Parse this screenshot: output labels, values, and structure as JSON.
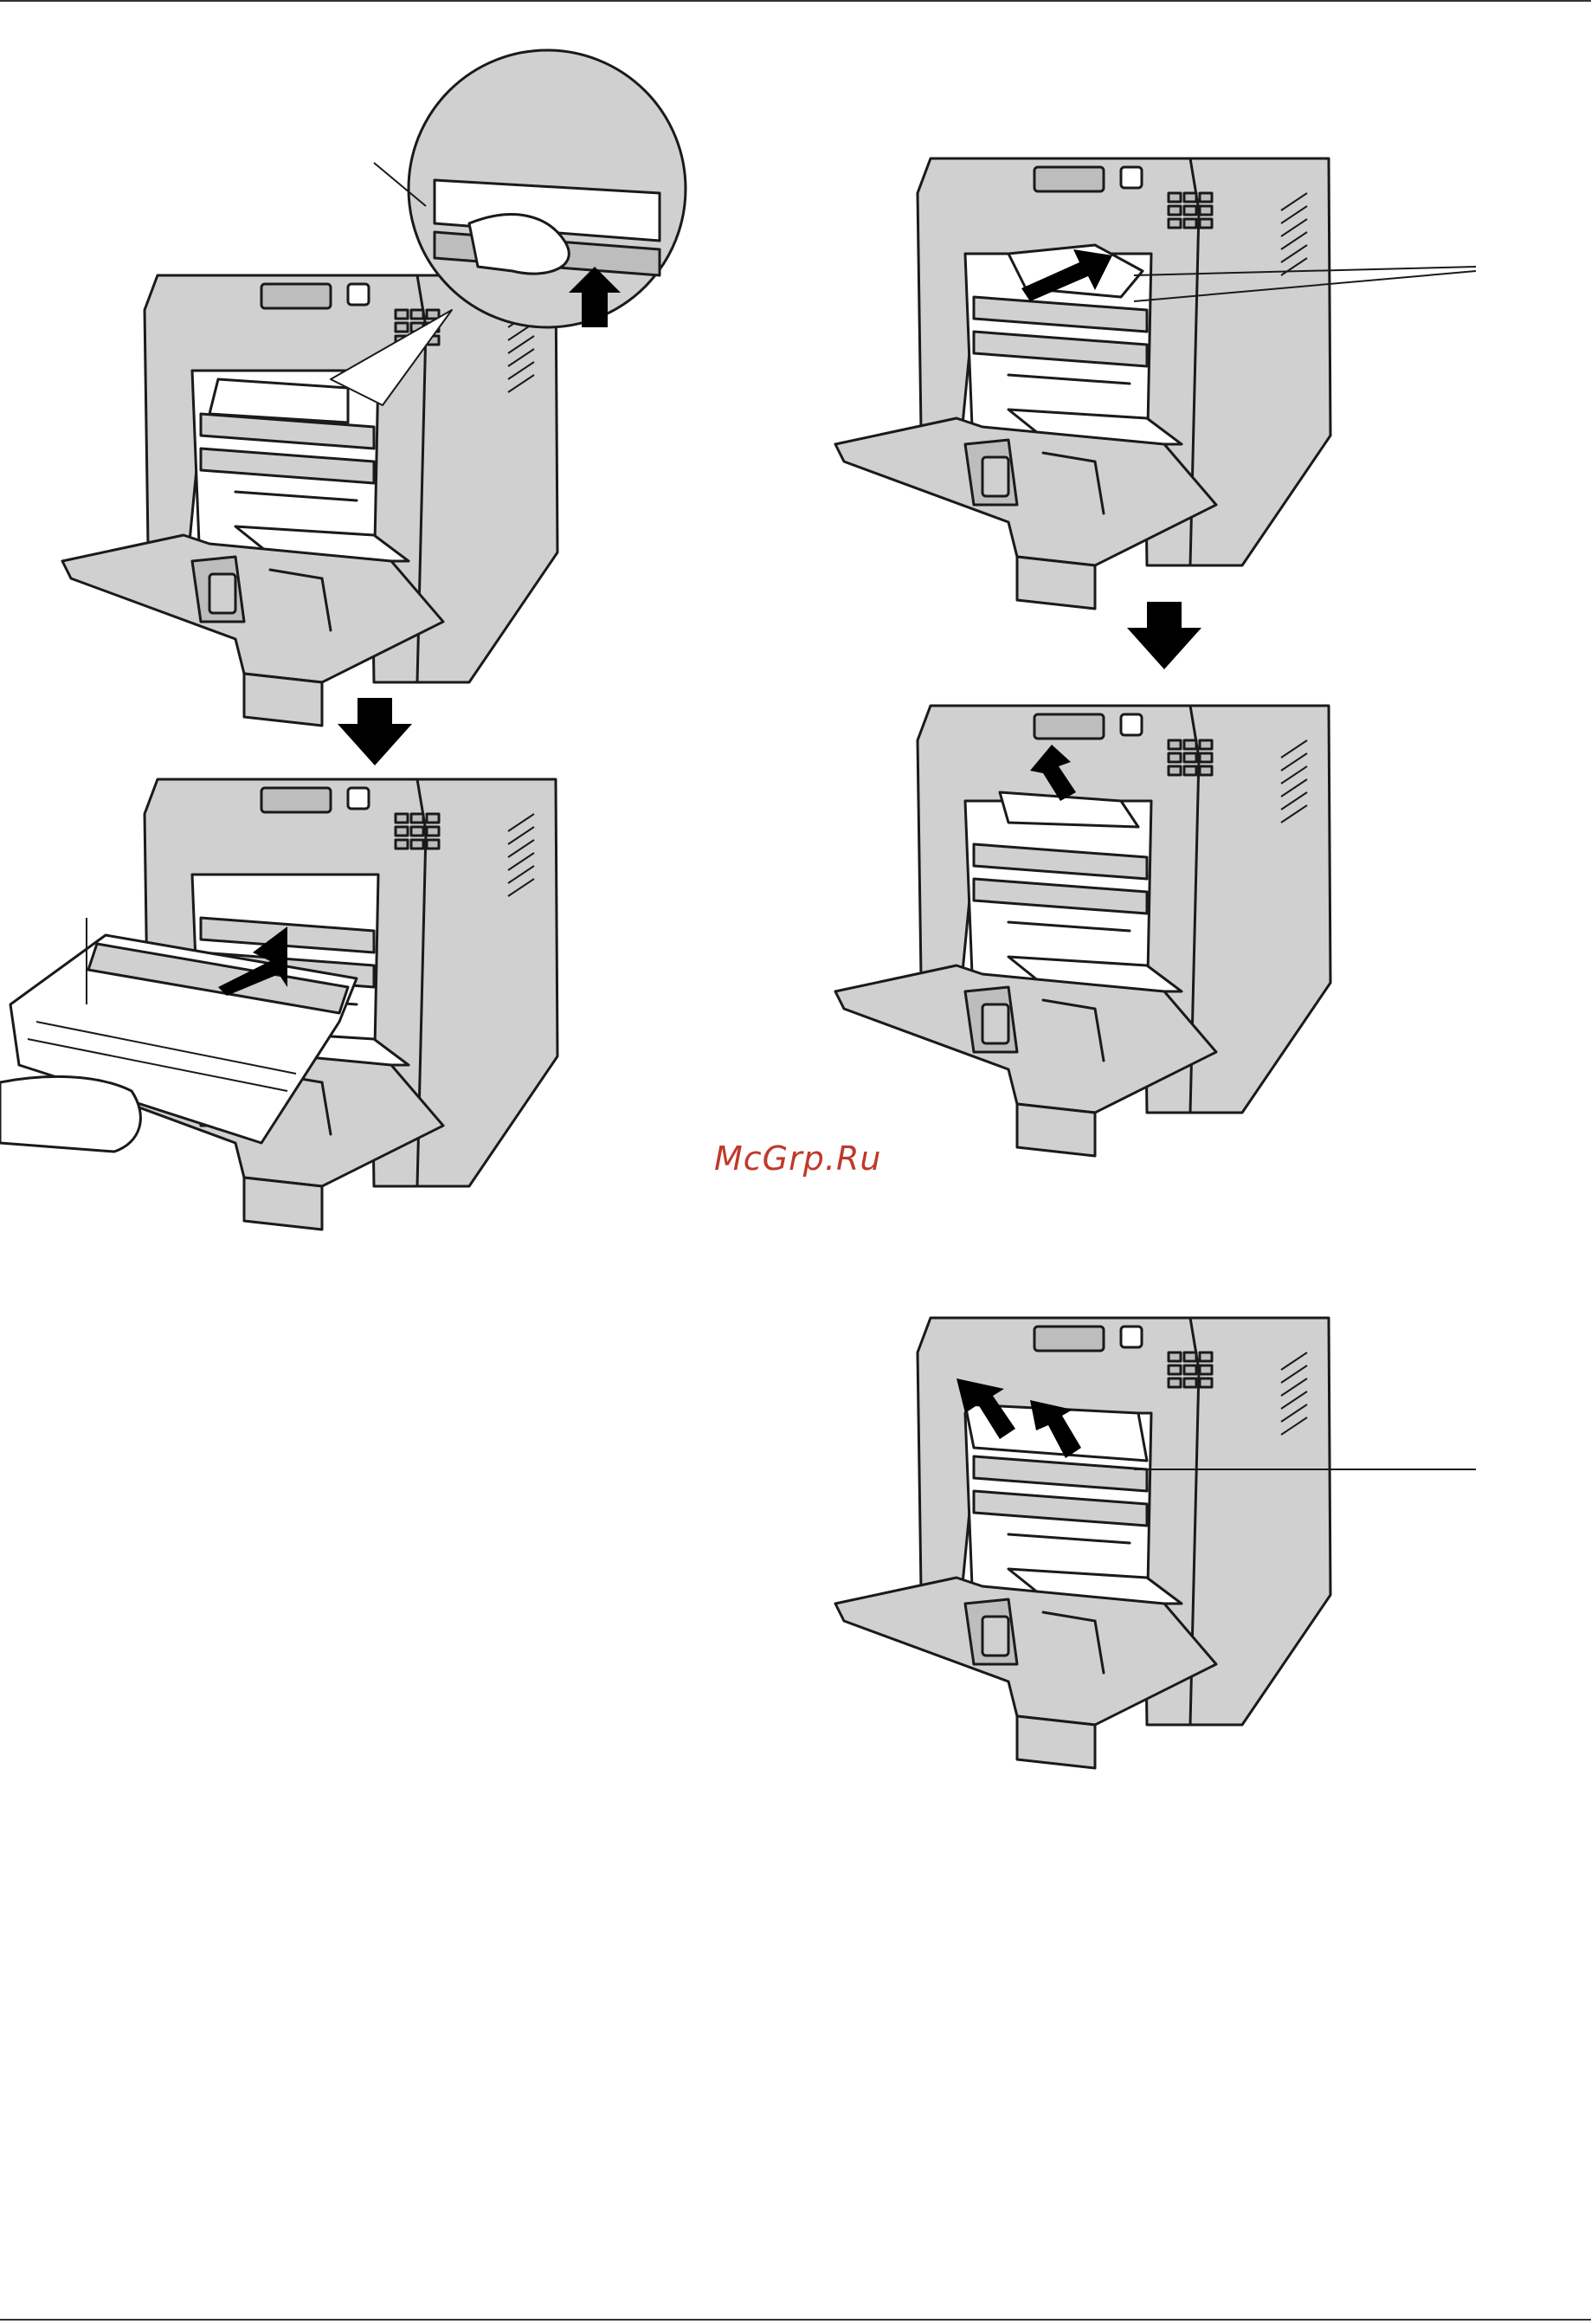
{
  "watermark": {
    "text": "McGrp.Ru",
    "color": "#c0392b"
  },
  "colors": {
    "printer_body": "#d0d0d0",
    "rule": "#333333"
  },
  "panels": [
    {
      "id": "step-1",
      "description_icon": "printer-open-zoom-icon"
    },
    {
      "id": "step-2",
      "description_icon": "printer-remove-drum-icon"
    },
    {
      "id": "step-3",
      "description_icon": "printer-jam-push-icon"
    },
    {
      "id": "step-4",
      "description_icon": "printer-jam-pull-icon"
    },
    {
      "id": "step-5",
      "description_icon": "printer-jam-lift-icon"
    }
  ],
  "flow_arrows": [
    {
      "id": "arrow-left",
      "direction": "down"
    },
    {
      "id": "arrow-right",
      "direction": "down"
    }
  ]
}
